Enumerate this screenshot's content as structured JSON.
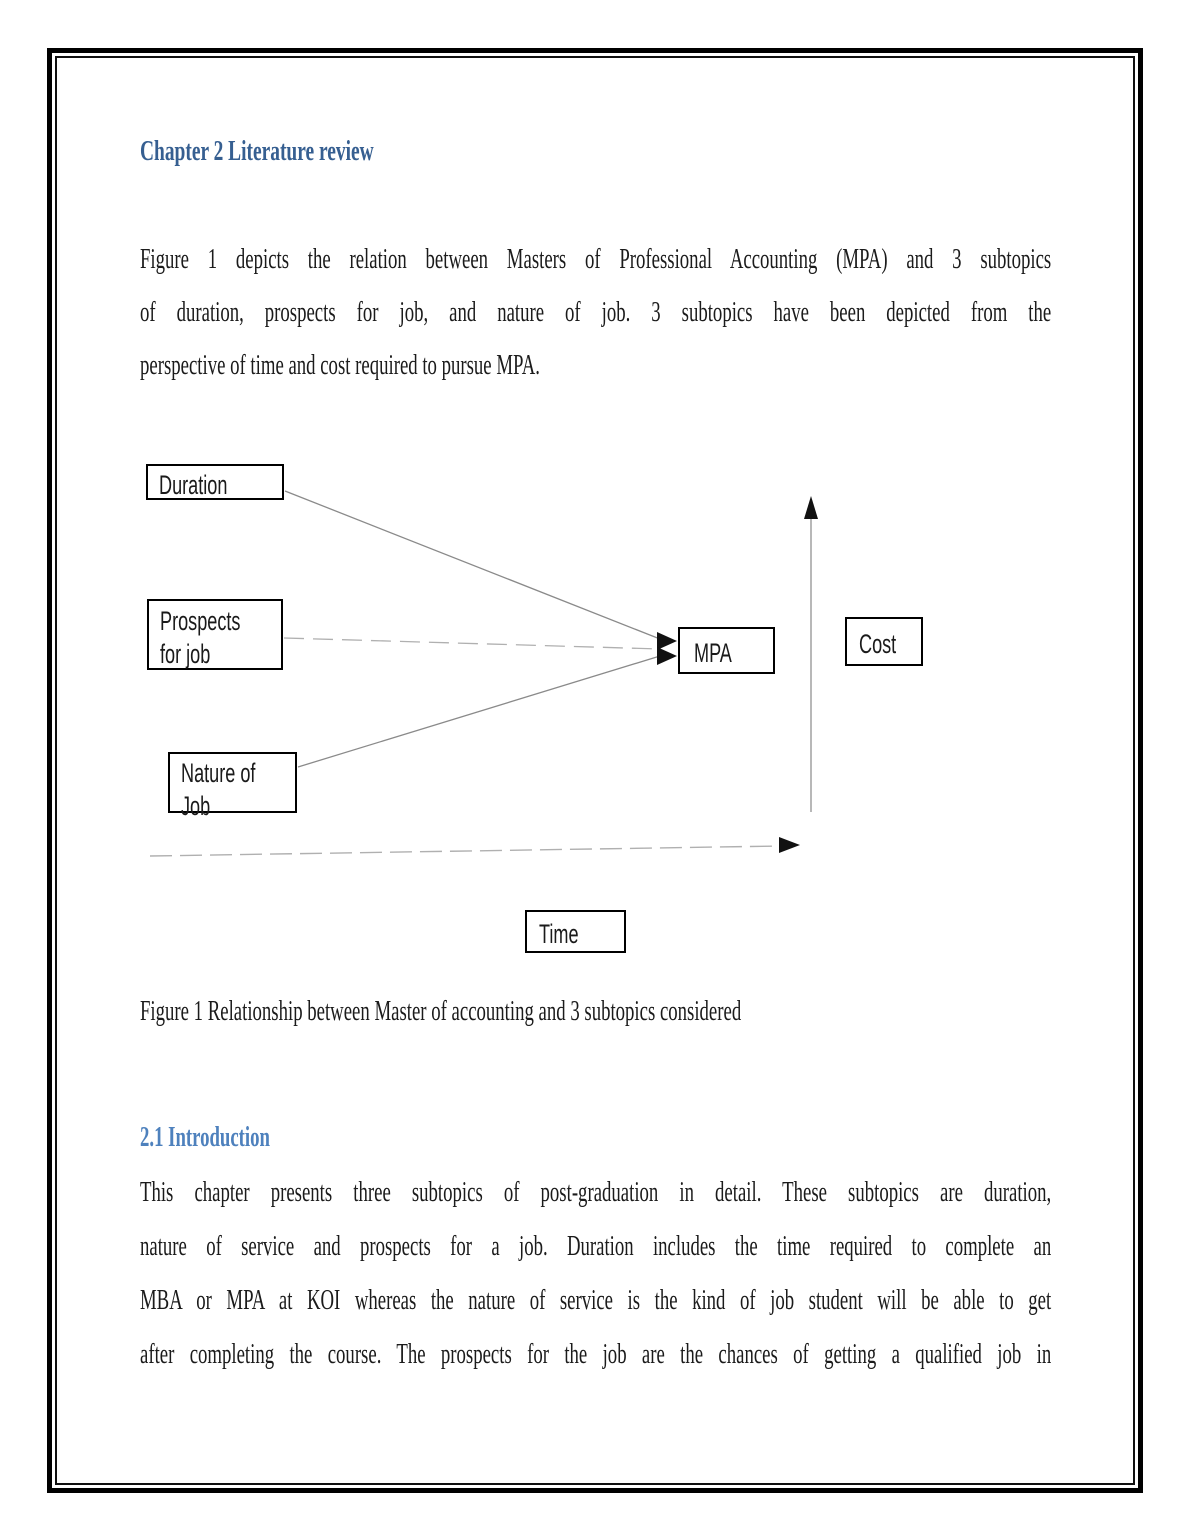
{
  "document": {
    "heading_chapter": "Chapter 2 Literature review",
    "paragraph_intro_lines": [
      "Figure 1 depicts the relation between Masters of Professional Accounting (MPA) and 3 subtopics",
      "of duration, prospects for job, and nature of job. 3 subtopics have been depicted from the",
      "perspective of time and cost required to pursue MPA."
    ],
    "figure_caption": "Figure 1 Relationship between Master of accounting and 3 subtopics considered",
    "heading_section": "2.1 Introduction",
    "paragraph_section_lines": [
      "This chapter presents three subtopics of post-graduation in detail. These subtopics are duration,",
      "nature of service and prospects for a job. Duration includes the time required to complete an",
      "MBA or MPA at KOI whereas the nature of service is the kind of job student will be able to get",
      "after completing the course. The prospects for the job are the chances of getting a qualified job in"
    ]
  },
  "diagram": {
    "nodes": {
      "duration": "Duration",
      "prospects": "Prospects\nfor job",
      "nature": "Nature of\nJob",
      "mpa": "MPA",
      "cost": "Cost",
      "time": "Time"
    }
  },
  "colors": {
    "heading1_blue": "#365F91",
    "heading2_blue": "#4E81BD",
    "body_text": "#1b1b1b",
    "border_black": "#000000",
    "connector_gray": "#8a8a8a",
    "axis_light_gray": "#b0b0b0"
  }
}
